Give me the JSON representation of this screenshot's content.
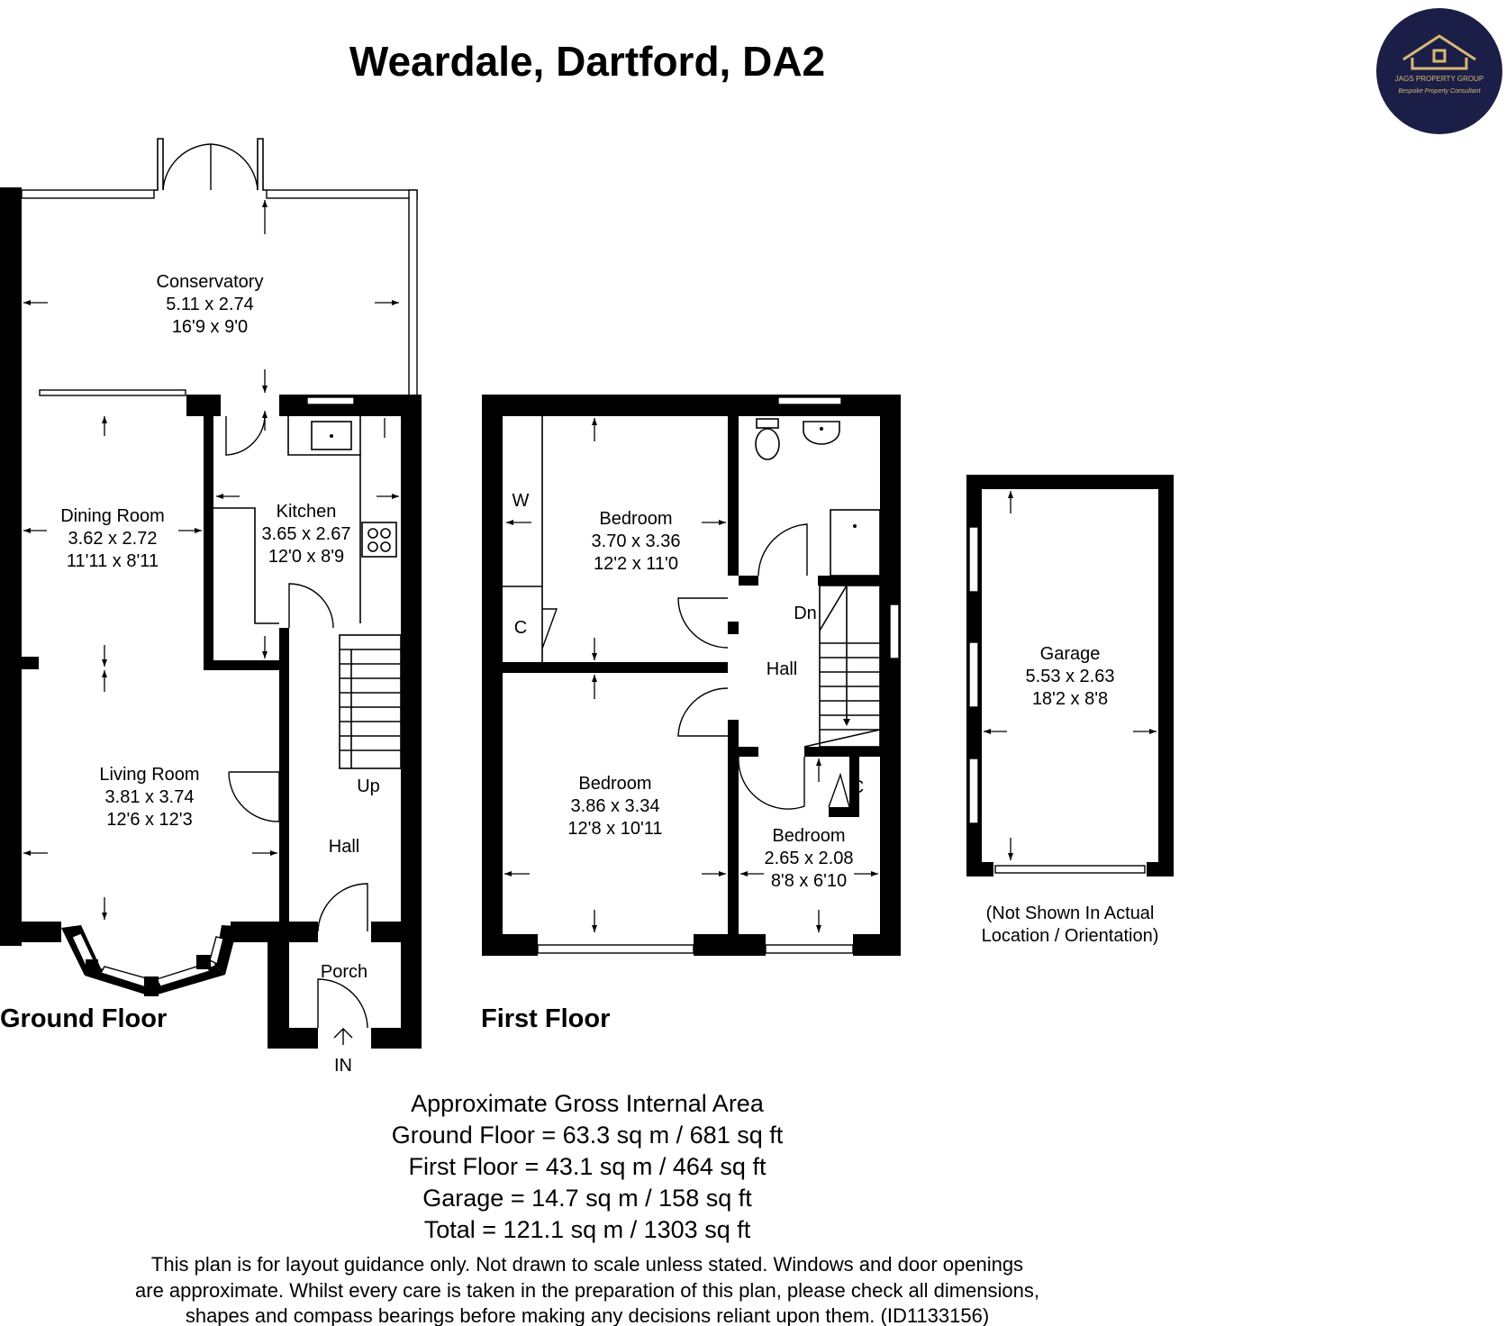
{
  "title": "Weardale, Dartford, DA2",
  "logo": {
    "name": "JAGS PROPERTY GROUP",
    "tagline": "Bespoke Property Consultant",
    "bg_color": "#1b1f47",
    "accent_color": "#d9b876"
  },
  "floors": {
    "ground": "Ground Floor",
    "first": "First Floor"
  },
  "rooms": {
    "conservatory": {
      "name": "Conservatory",
      "metric": "5.11 x 2.74",
      "imperial": "16'9 x 9'0"
    },
    "dining": {
      "name": "Dining Room",
      "metric": "3.62 x 2.72",
      "imperial": "11'11 x 8'11"
    },
    "kitchen": {
      "name": "Kitchen",
      "metric": "3.65 x 2.67",
      "imperial": "12'0 x 8'9"
    },
    "living": {
      "name": "Living Room",
      "metric": "3.81 x 3.74",
      "imperial": "12'6 x 12'3"
    },
    "hall_ground": {
      "name": "Hall"
    },
    "porch": {
      "name": "Porch"
    },
    "bedroom1": {
      "name": "Bedroom",
      "metric": "3.70 x 3.36",
      "imperial": "12'2 x 11'0"
    },
    "bedroom2": {
      "name": "Bedroom",
      "metric": "3.86 x 3.34",
      "imperial": "12'8 x 10'11"
    },
    "bedroom3": {
      "name": "Bedroom",
      "metric": "2.65 x 2.08",
      "imperial": "8'8 x 6'10"
    },
    "hall_first": {
      "name": "Hall"
    },
    "garage": {
      "name": "Garage",
      "metric": "5.53 x 2.63",
      "imperial": "18'2 x 8'8"
    }
  },
  "markers": {
    "up": "Up",
    "down": "Dn",
    "in": "IN",
    "wardrobe": "W",
    "cupboard": "C"
  },
  "garage_note": [
    "(Not Shown In Actual",
    "Location / Orientation)"
  ],
  "area": {
    "heading": "Approximate Gross Internal Area",
    "lines": [
      "Ground Floor = 63.3 sq m / 681 sq ft",
      "First Floor = 43.1 sq m / 464 sq ft",
      "Garage = 14.7 sq m / 158 sq ft",
      "Total = 121.1 sq m / 1303 sq ft"
    ]
  },
  "disclaimer": [
    "This plan is for layout guidance only. Not drawn to scale unless stated. Windows and door openings",
    "are approximate. Whilst every care is taken in the preparation of this plan, please check all dimensions,",
    "shapes and compass bearings before making any decisions reliant upon them. (ID1133156)"
  ]
}
